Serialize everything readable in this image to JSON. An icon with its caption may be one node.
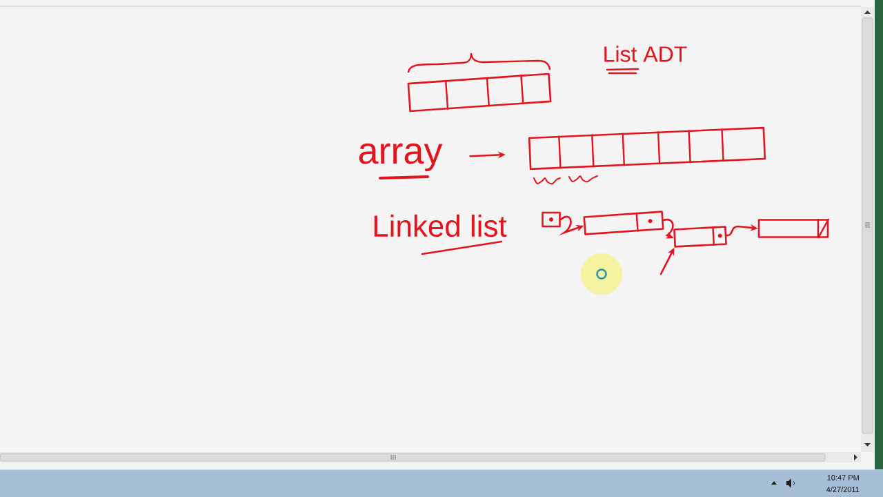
{
  "diagram": {
    "nodes": [
      {
        "text": [],
        "shape": "box"
      },
      {
        "text": [
          "array"
        ]
      },
      {
        "text": [],
        "shape": "box"
      },
      {
        "text": [],
        "shape": "box"
      },
      {
        "text": [],
        "shape": "box"
      },
      {
        "text": [],
        "shape": "box"
      },
      {
        "text": [],
        "shape": "box"
      }
    ],
    "edges": [
      {
        "from": 1,
        "to": 2,
        "arrow": "to"
      },
      {
        "from": 3,
        "to": 4,
        "arrow": "to"
      },
      {
        "from": 4,
        "to": 5,
        "arrow": "to"
      },
      {
        "from": 5,
        "to": 6,
        "arrow": "to"
      },
      {
        "from": null,
        "to": 5,
        "arrow": "to"
      }
    ],
    "labels": [
      "List ADT",
      "Linked list",
      "10:47 PM",
      "4/27/2011"
    ]
  }
}
